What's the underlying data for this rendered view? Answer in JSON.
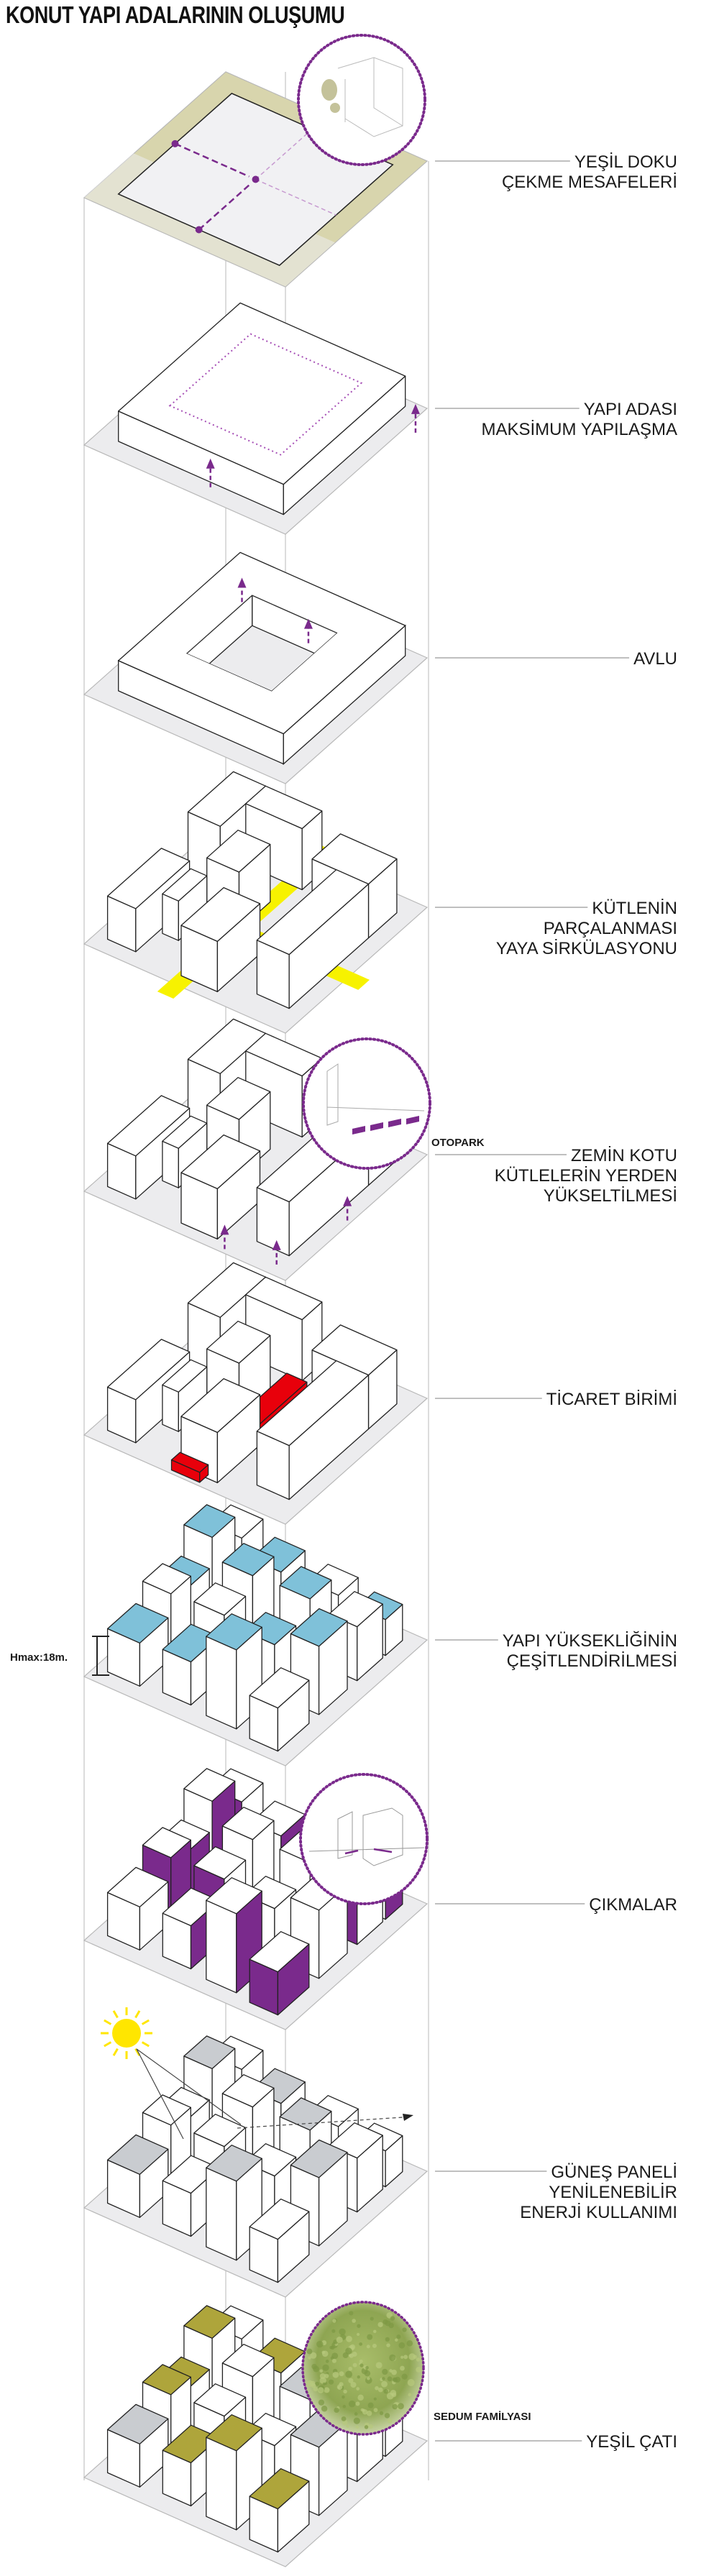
{
  "title": "KONUT YAPI ADALARININ OLUŞUMU",
  "steps": [
    {
      "lines": [
        "YEŞİL DOKU",
        "ÇEKME MESAFELERİ"
      ]
    },
    {
      "lines": [
        "YAPI ADASI",
        "MAKSİMUM YAPILAŞMA"
      ]
    },
    {
      "lines": [
        "AVLU"
      ]
    },
    {
      "lines": [
        "KÜTLENİN",
        "PARÇALANMASI",
        "YAYA SİRKÜLASYONU"
      ]
    },
    {
      "lines": [
        "ZEMİN KOTU",
        "KÜTLELERİN YERDEN",
        "YÜKSELTİLMESİ"
      ],
      "callout": "OTOPARK"
    },
    {
      "lines": [
        "TİCARET BİRİMİ"
      ]
    },
    {
      "lines": [
        "YAPI YÜKSEKLİĞİNİN",
        "ÇEŞİTLENDİRİLMESİ"
      ],
      "callout": "Hmax:18m."
    },
    {
      "lines": [
        "ÇIKMALAR"
      ]
    },
    {
      "lines": [
        "GÜNEŞ PANELİ",
        "YENİLENEBİLİR",
        "ENERJİ KULLANIMI"
      ]
    },
    {
      "lines": [
        "YEŞİL ÇATI"
      ],
      "callout": "SEDUM FAMİLYASI"
    }
  ],
  "colors": {
    "green_setback": "#d8d5ad",
    "accent_purple": "#7a2a8c",
    "pedestrian_yellow": "#f7f200",
    "commercial_red": "#e8000b",
    "height_blue": "#7fc1d9",
    "solar_gray": "#c9ccd0",
    "green_roof": "#aea53b",
    "plate": "#ececee",
    "sun": "#ffe600"
  }
}
